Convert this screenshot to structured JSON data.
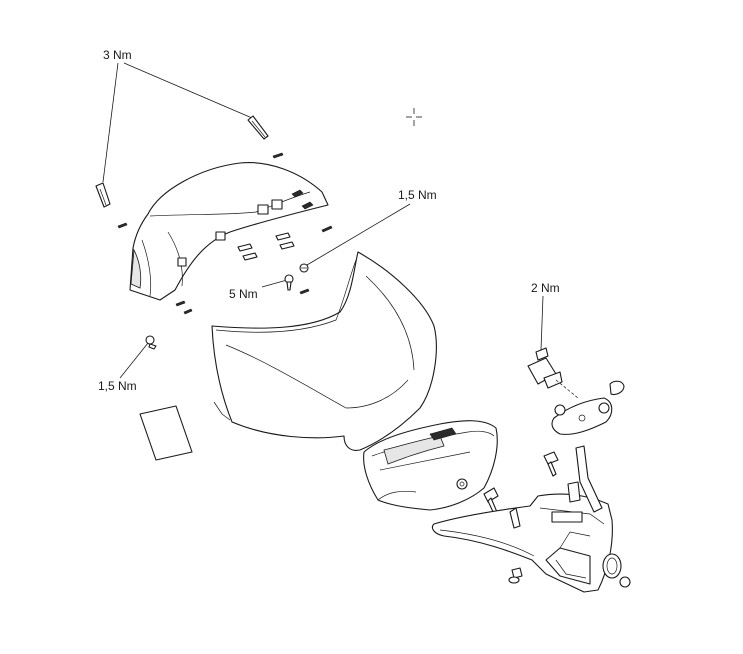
{
  "torque_labels": {
    "top_screws": "3 Nm",
    "right_screw": "1,5 Nm",
    "center_screw": "5 Nm",
    "left_screw": "1,5 Nm",
    "bracket_screw": "2 Nm"
  }
}
